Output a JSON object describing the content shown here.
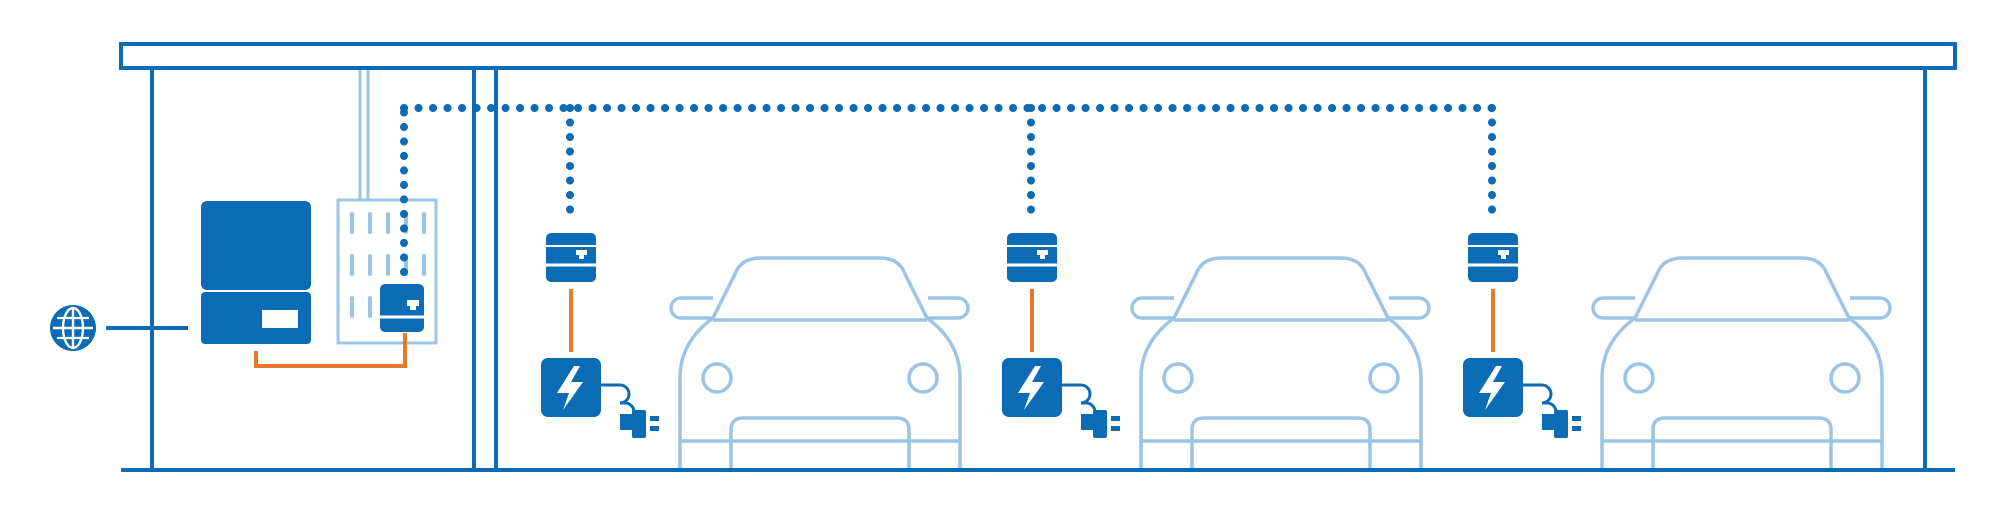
{
  "diagram": {
    "colors": {
      "dark_blue": "#0b6bb5",
      "light_blue": "#9cc4e4",
      "orange": "#e8782a",
      "background": "#ffffff"
    },
    "icons": [
      "globe-icon",
      "inverter-icon",
      "distribution-cabinet-icon",
      "network-socket-icon",
      "lightning-icon",
      "charging-plug-icon",
      "car-outline-icon"
    ],
    "charging_points": [
      {
        "id": "charging-point-1"
      },
      {
        "id": "charging-point-2"
      },
      {
        "id": "charging-point-3"
      }
    ]
  }
}
